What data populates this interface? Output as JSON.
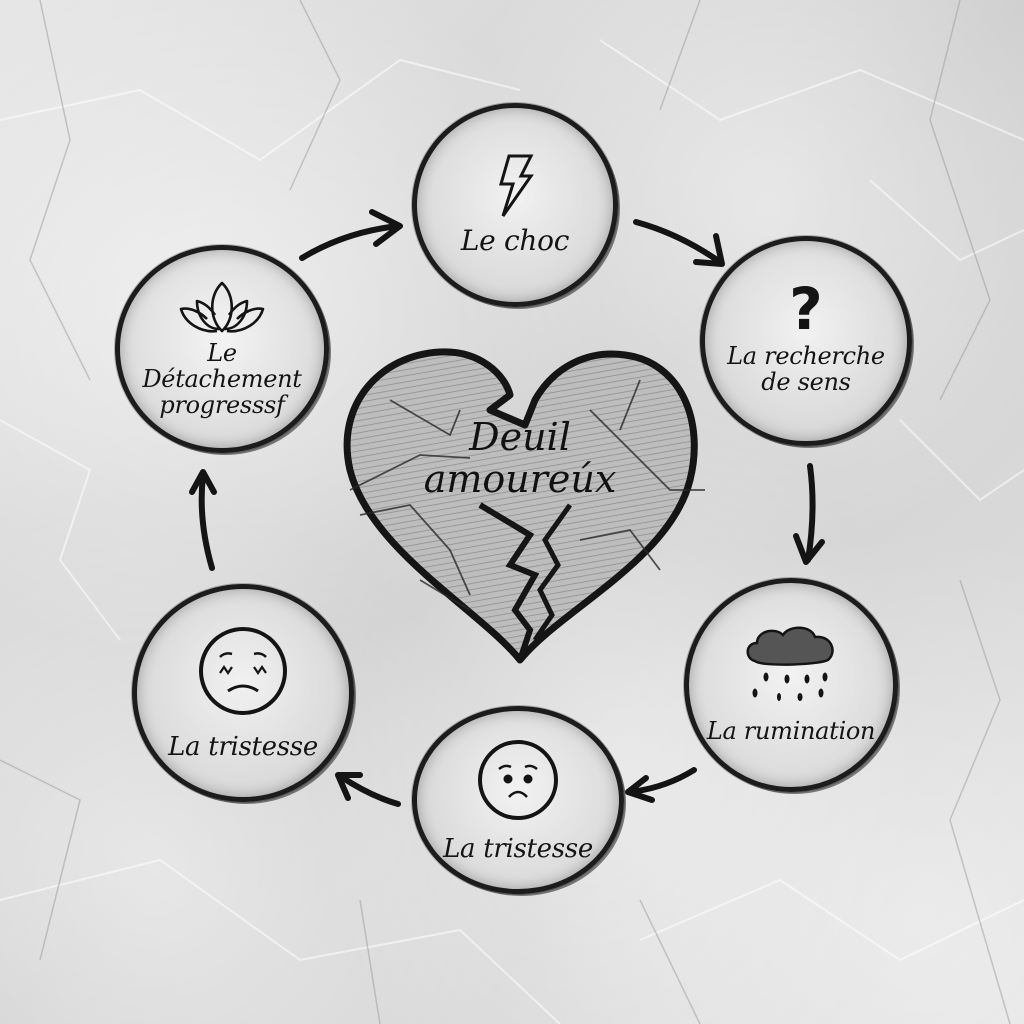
{
  "diagram": {
    "title_line1": "Deuil",
    "title_line2": "amoureúx",
    "center_shape": "broken-heart",
    "stages": [
      {
        "id": "choc",
        "label": "Le choc",
        "icon": "lightning-bolt-icon"
      },
      {
        "id": "recherche",
        "label_line1": "La recherche",
        "label_line2": "de sens",
        "icon": "question-mark-icon",
        "icon_glyph": "?"
      },
      {
        "id": "rumination",
        "label": "La rumination",
        "icon": "rain-cloud-icon"
      },
      {
        "id": "tristesse-1",
        "label": "La tristesse",
        "icon": "sad-face-icon"
      },
      {
        "id": "tristesse-2",
        "label": "La tristesse",
        "icon": "crying-face-icon"
      },
      {
        "id": "detachement",
        "label_line1": "Le",
        "label_line2": "Détachement",
        "label_line3": "progresssf",
        "icon": "lotus-icon"
      }
    ],
    "flow": [
      "Le choc",
      "La recherche de sens",
      "La rumination",
      "La tristesse",
      "La tristesse",
      "Le Détachement progresssf",
      "Le choc"
    ],
    "colors": {
      "ink": "#1c1c1c",
      "paper": "#dcdcdc"
    }
  }
}
